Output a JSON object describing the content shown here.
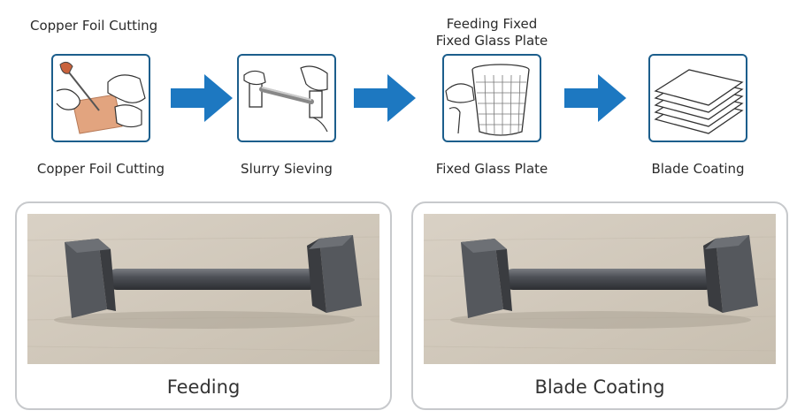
{
  "top_caption_left": "Copper Foil Cutting",
  "top_caption_center": [
    "Feeding Fixed",
    "Fixed Glass Plate"
  ],
  "steps": [
    {
      "label": "Copper Foil Cutting",
      "icon": "copper-foil-cutting-icon"
    },
    {
      "label": "Slurry Sieving",
      "icon": "slurry-sieving-icon"
    },
    {
      "label": "Fixed Glass Plate",
      "icon": "glass-beaker-icon"
    },
    {
      "label": "Blade Coating",
      "icon": "stacked-plates-icon"
    }
  ],
  "panels": [
    {
      "label": "Feeding"
    },
    {
      "label": "Blade Coating"
    }
  ],
  "colors": {
    "arrow": "#1d78c1",
    "box_border": "#1c5e8c",
    "panel_border": "#c7c9cc",
    "copper": "#e2a47f"
  }
}
